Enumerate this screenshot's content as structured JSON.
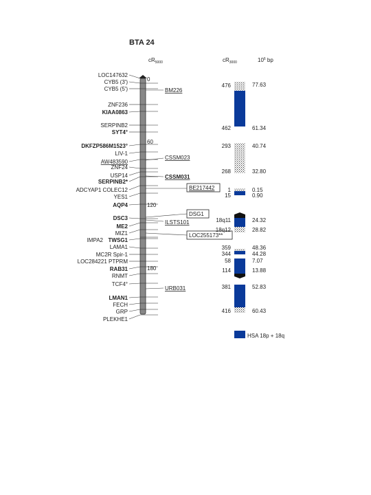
{
  "title": "BTA 24",
  "headers": {
    "rh_main": "cR",
    "rh_sub": "5000",
    "comp_main": "cR",
    "comp_sub": "3000",
    "bp_main": "10",
    "bp_sup": "6",
    "bp_unit": " bp"
  },
  "scale_ticks": [
    "0",
    "60",
    "120",
    "180"
  ],
  "left_labels": [
    {
      "text": "LOC147632",
      "bold": false
    },
    {
      "text": "CYB5 (3')",
      "bold": false
    },
    {
      "text": "CYB5 (5')",
      "bold": false
    },
    {
      "text": "ZNF236",
      "bold": false
    },
    {
      "text": "KIAA0863",
      "bold": true
    },
    {
      "text": "SERPINB2",
      "bold": false
    },
    {
      "text": "SYT4°",
      "bold": true
    },
    {
      "text": "DKFZP586M1523°",
      "bold": true
    },
    {
      "text": "LIV-1",
      "bold": false
    },
    {
      "text": "AW483590",
      "bold": false,
      "underline": true
    },
    {
      "text": "ZNF24",
      "bold": false
    },
    {
      "text": "USP14",
      "bold": false
    },
    {
      "text": "SERPINB2*",
      "bold": true
    },
    {
      "text": "ADCYAP1 COLEC12",
      "bold": false
    },
    {
      "text": "YES1",
      "bold": false
    },
    {
      "text": "AQP4",
      "bold": true
    },
    {
      "text": "DSC3",
      "bold": true
    },
    {
      "text": "ME2",
      "bold": true
    },
    {
      "text": "MIZ1",
      "bold": false
    },
    {
      "text": "TWSG1",
      "bold": true
    },
    {
      "text": "IMPA2",
      "bold": false
    },
    {
      "text": "LAMA1",
      "bold": false
    },
    {
      "text": "MC2R Spir-1",
      "bold": false
    },
    {
      "text": "LOC284221 PTPRM",
      "bold": false
    },
    {
      "text": "RAB31",
      "bold": true
    },
    {
      "text": "RNMT",
      "bold": false
    },
    {
      "text": "TCF4°",
      "bold": false
    },
    {
      "text": "LMAN1",
      "bold": true
    },
    {
      "text": "FECH",
      "bold": false
    },
    {
      "text": "GRP",
      "bold": false
    },
    {
      "text": "PLEKHE1",
      "bold": false
    }
  ],
  "markers": [
    {
      "text": "BM226",
      "style": "underline"
    },
    {
      "text": "CSSM023",
      "style": "underline"
    },
    {
      "text": "CSSM031",
      "style": "underline-bold"
    },
    {
      "text": "BE217442",
      "style": "box"
    },
    {
      "text": "DSG1",
      "style": "box"
    },
    {
      "text": "ILSTS101",
      "style": "underline"
    },
    {
      "text": "LOC255173**",
      "style": "box"
    },
    {
      "text": "URB031",
      "style": "underline"
    }
  ],
  "comparative_left": [
    "476",
    "462",
    "293",
    "268",
    "1",
    "15",
    "18q11",
    "18q12",
    "359",
    "344",
    "58",
    "114",
    "381",
    "416"
  ],
  "comparative_right": [
    "77.63",
    "61.34",
    "40.74",
    "32.80",
    "0.15",
    "0.90",
    "24.32",
    "28.82",
    "48.36",
    "44.28",
    "7.07",
    "13.88",
    "52.83",
    "60.43"
  ],
  "legend": {
    "label": "HSA 18p + 18q"
  },
  "colors": {
    "hsa_block": "#0a3a9a",
    "chromosome": "#888888",
    "text": "#222222"
  }
}
